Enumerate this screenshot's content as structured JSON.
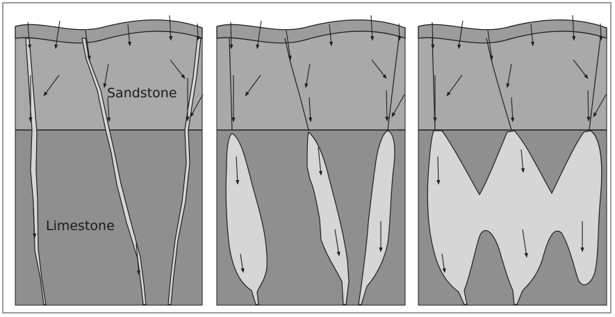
{
  "labels": {
    "sandstone": "Sandstone",
    "limestone": "Limestone"
  },
  "colors": {
    "sandstone": "#a9a9a9",
    "limestone": "#8f8f8f",
    "soil": "#9c9c9c",
    "cavity": "#d6d6d6",
    "line": "#1e1e1e",
    "frame": "#9a9a9a"
  },
  "panels": [
    {
      "stage": "fracture-stage"
    },
    {
      "stage": "widening-stage"
    },
    {
      "stage": "cavern-stage"
    }
  ]
}
